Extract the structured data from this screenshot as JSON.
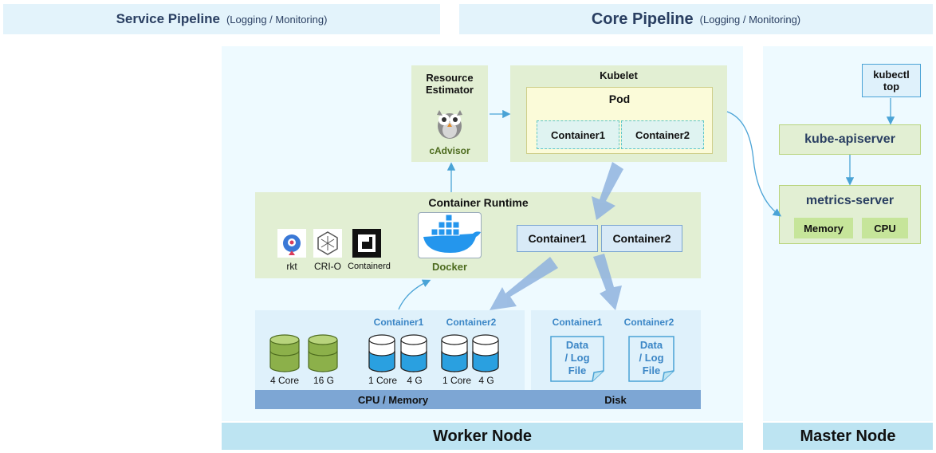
{
  "headers": {
    "service": {
      "title": "Service Pipeline",
      "sub": "(Logging / Monitoring)"
    },
    "core": {
      "title": "Core Pipeline",
      "sub": "(Logging / Monitoring)"
    }
  },
  "worker": {
    "title": "Worker Node",
    "resource_estimator": {
      "title": "Resource\nEstimator",
      "tool": "cAdvisor"
    },
    "kubelet": {
      "title": "Kubelet",
      "pod": "Pod",
      "containers": [
        "Container1",
        "Container2"
      ]
    },
    "runtime": {
      "title": "Container Runtime",
      "engines": [
        "rkt",
        "CRI-O",
        "Containerd"
      ],
      "docker": "Docker",
      "containers": [
        "Container1",
        "Container2"
      ]
    },
    "cpu_memory": {
      "label": "CPU / Memory",
      "node": [
        "4 Core",
        "16 G"
      ],
      "container1": {
        "name": "Container1",
        "res": [
          "1 Core",
          "4 G"
        ]
      },
      "container2": {
        "name": "Container2",
        "res": [
          "1 Core",
          "4 G"
        ]
      }
    },
    "disk": {
      "label": "Disk",
      "container1": {
        "name": "Container1",
        "file": "Data\n/ Log\nFile"
      },
      "container2": {
        "name": "Container2",
        "file": "Data\n/ Log\nFile"
      }
    }
  },
  "master": {
    "title": "Master Node",
    "kubectl": "kubectl\ntop",
    "apiserver": "kube-apiserver",
    "metrics_server": {
      "title": "metrics-server",
      "items": [
        "Memory",
        "CPU"
      ]
    }
  },
  "colors": {
    "accent_blue": "#4aa3d6",
    "green_box": "#e2efd3",
    "panel": "#eefaff"
  }
}
